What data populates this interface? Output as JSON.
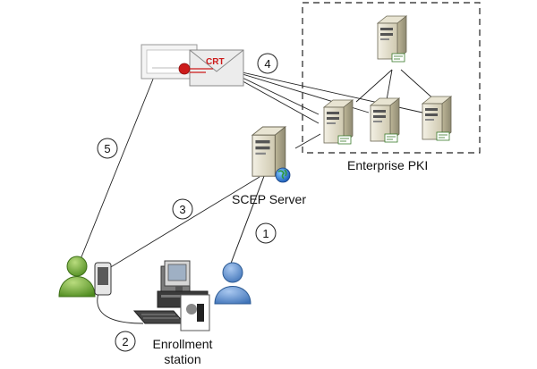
{
  "labels": {
    "pki_group": "Enterprise PKI",
    "scep_server": "SCEP Server",
    "enrollment_station_line1": "Enrollment",
    "enrollment_station_line2": "station",
    "certificate": "CRT"
  },
  "steps": [
    "1",
    "2",
    "3",
    "4",
    "5"
  ],
  "colors": {
    "admin_person": "#5b8fd0",
    "user_person": "#7aac3a",
    "envelope": "#ececec",
    "server": "#dcd7c2",
    "crt_text": "#cc1b1b"
  },
  "icons": {
    "pki_servers": "server-icon",
    "scep_server": "server-globe-icon",
    "certificate": "certificate-envelope-icon",
    "admin": "person-icon",
    "user": "person-icon",
    "phone": "mobile-device-icon",
    "workstation": "desktop-computer-icon"
  }
}
